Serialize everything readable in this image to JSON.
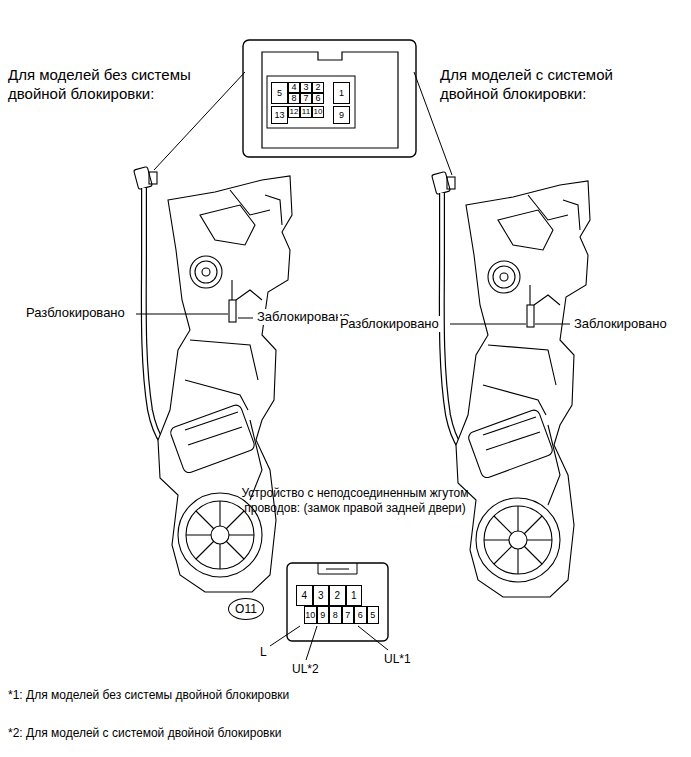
{
  "diagram": {
    "nodes": [
      {
        "text": [
          "O11"
        ]
      }
    ],
    "labels": [
      "Для моделей без системы двойной блокировки:",
      "Для моделей с системой двойной блокировки:",
      "4",
      "3",
      "2",
      "5",
      "8",
      "7",
      "6",
      "1",
      "13",
      "12",
      "11",
      "10",
      "9",
      "Разблокировано",
      "Заблокировано",
      "Разблокировано",
      "Заблокировано",
      "Устройство с неподсоединенным жгутом проводов: (замок правой задней двери)",
      "4",
      "3",
      "2",
      "1",
      "10",
      "9",
      "8",
      "7",
      "6",
      "5",
      "L",
      "UL*2",
      "UL*1",
      "*1: Для моделей без системы двойной блокировки",
      "*2: Для моделей с системой двойной блокировки"
    ]
  }
}
